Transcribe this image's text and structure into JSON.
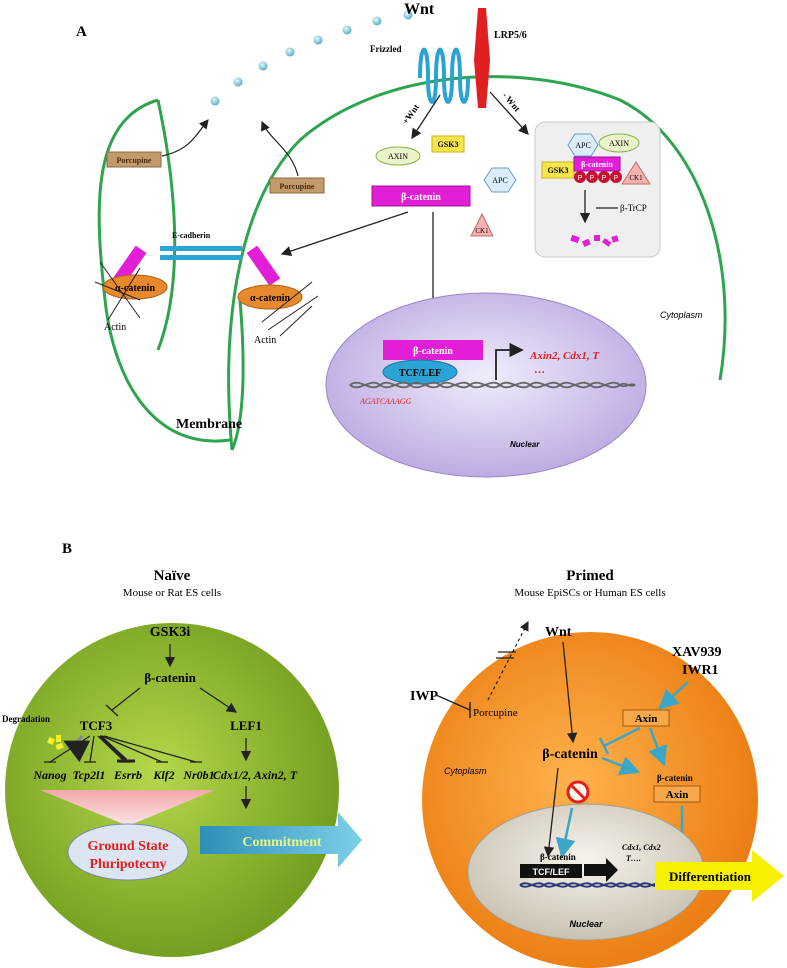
{
  "panel_a": {
    "label": "A",
    "wnt": "Wnt",
    "frizzled": "Frizzled",
    "lrp": "LRP5/6",
    "plus_wnt": "+Wnt",
    "minus_wnt": "- Wnt",
    "porcupine": "Porcupine",
    "axin": "AXIN",
    "gsk3": "GSK3",
    "apc": "APC",
    "beta_catenin": "β-catenin",
    "ck1": "CK1",
    "btrcp": "β-TrCP",
    "e_cadherin": "E-cadherin",
    "alpha_catenin": "α-catenin",
    "actin": "Actin",
    "membrane": "Membrane",
    "cytoplasm": "Cytoplasm",
    "nuclear": "Nuclear",
    "tcf_lef": "TCF/LEF",
    "targets": "Axin2, Cdx1, T",
    "ellipsis": "…",
    "dna_seq": "AGATCAAAGG",
    "p_label": "P"
  },
  "panel_b": {
    "label": "B",
    "naive_title": "Naïve",
    "naive_sub": "Mouse or Rat ES cells",
    "gsk3i": "GSK3i",
    "beta_catenin": "β-catenin",
    "tcf3": "TCF3",
    "lef1": "LEF1",
    "degradation": "Degradation",
    "genes": [
      "Nanog",
      "Tcp2l1",
      "Esrrb",
      "Klf2",
      "Nr0b1"
    ],
    "naive_targets": "Cdx1/2, Axin2, T",
    "ground_state_1": "Ground State",
    "ground_state_2": "Pluripotecny",
    "commitment": "Commitment",
    "primed_title": "Primed",
    "primed_sub": "Mouse EpiSCs or Human ES cells",
    "wnt": "Wnt",
    "xav": "XAV939",
    "iwr": "IWR1",
    "iwp": "IWP",
    "porcupine": "Porcupine",
    "axin": "Axin",
    "cytoplasm": "Cytoplasm",
    "tcf_lef": "TCF/LEF",
    "primed_targets_1": "Cdx1, Cdx2",
    "primed_targets_2": "T….",
    "differentiation": "Differentiation",
    "nuclear": "Nuclear"
  }
}
